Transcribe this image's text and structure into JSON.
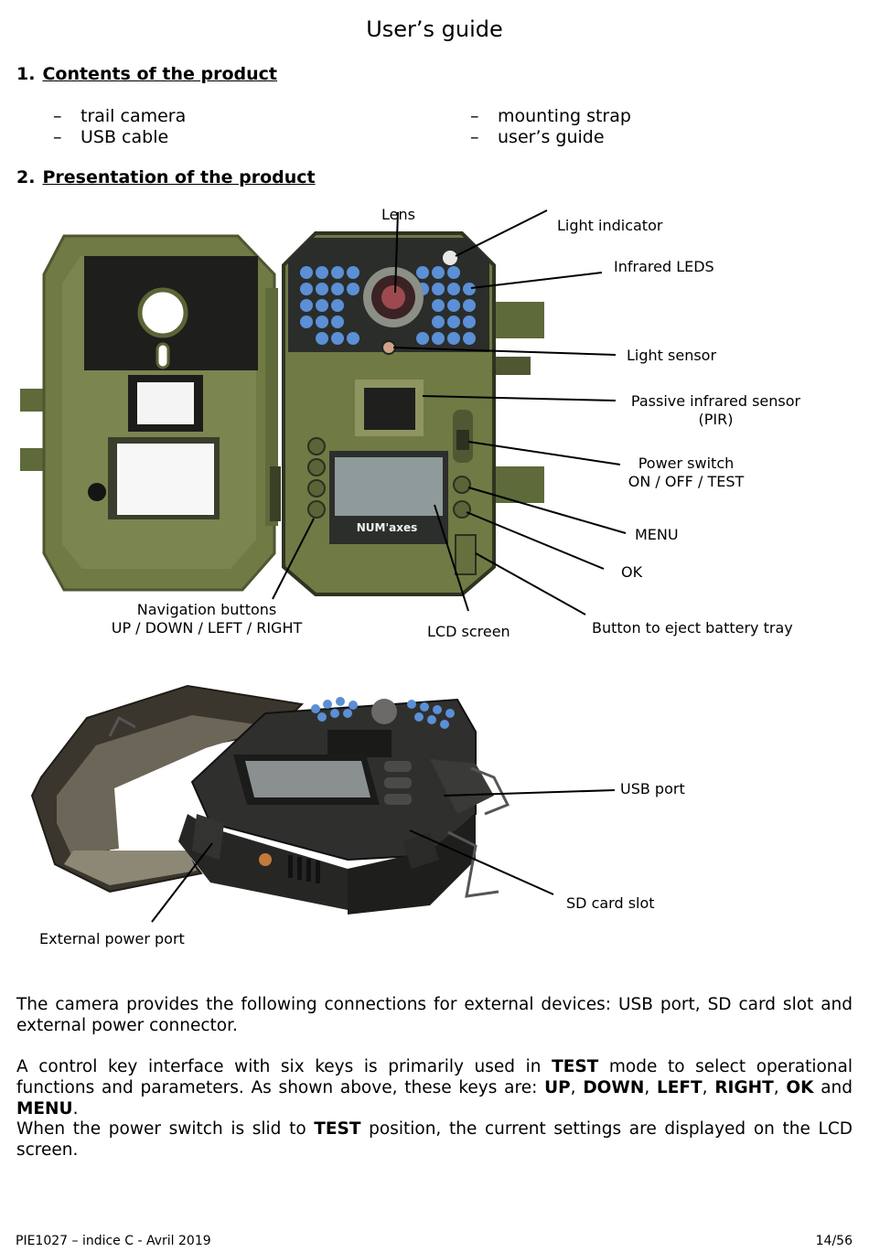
{
  "title": "User’s guide",
  "section1": {
    "number": "1.",
    "heading": "Contents of the product",
    "items": [
      "trail camera",
      "USB cable",
      "mounting strap",
      "user’s guide"
    ],
    "bullet": "–"
  },
  "section2": {
    "number": "2.",
    "heading": "Presentation of the product"
  },
  "callouts": {
    "lens": "Lens",
    "light_indicator": "Light indicator",
    "infrared_leds": "Infrared LEDS",
    "light_sensor": "Light sensor",
    "pir_line1": "Passive infrared sensor",
    "pir_line2": "(PIR)",
    "power_line1": "Power switch",
    "power_line2": "ON / OFF / TEST",
    "menu": "MENU",
    "ok": "OK",
    "nav_line1": "Navigation buttons",
    "nav_line2": "UP / DOWN / LEFT / RIGHT",
    "lcd": "LCD screen",
    "eject": "Button to eject battery tray",
    "usb": "USB port",
    "sd": "SD card slot",
    "ext_power": "External power port"
  },
  "device_brand": "NUM'axes",
  "paragraphs": {
    "p1": "The camera provides the following connections for external devices: USB port, SD card slot and external power connector.",
    "p2_a": "A control key interface with six keys is primarily used in ",
    "p2_test": "TEST",
    "p2_b": " mode to select operational functions and parameters. As shown above, these keys are: ",
    "p2_up": "UP",
    "p2_down": "DOWN",
    "p2_left": "LEFT",
    "p2_right": "RIGHT",
    "p2_ok": "OK",
    "p2_and": " and ",
    "p2_menu": "MENU",
    "sep": ", ",
    "period": ".",
    "p3_a": "When the power switch is slid to ",
    "p3_test": "TEST",
    "p3_b": " position, the current settings are displayed on the LCD screen."
  },
  "footer": {
    "left": "PIE1027 – indice C - Avril 2019",
    "right": "14/56"
  },
  "colors": {
    "camera_green": "#6f7a45",
    "camera_dark": "#2b2d2a",
    "led_blue": "#5b8fd6"
  }
}
